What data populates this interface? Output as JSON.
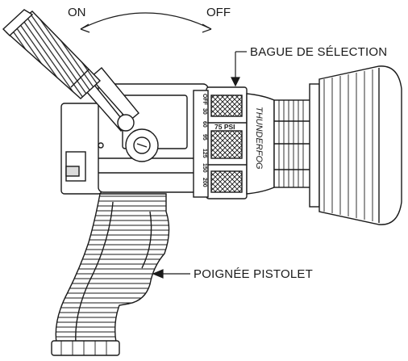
{
  "labels": {
    "on": "ON",
    "off": "OFF",
    "selection_ring": "BAGUE DE SÉLECTION",
    "pistol_grip": "POIGNÉE PISTOLET"
  },
  "ring": {
    "pressure": "75 PSI",
    "flow_rates_upper": [
      "OFF",
      "30",
      "60"
    ],
    "flow_rates_lower": [
      "95",
      "125",
      "150",
      "200"
    ]
  },
  "brand": "THUNDERFOG",
  "colors": {
    "line": "#1a1a1a",
    "knurl_fill": "#bdbdbd"
  }
}
